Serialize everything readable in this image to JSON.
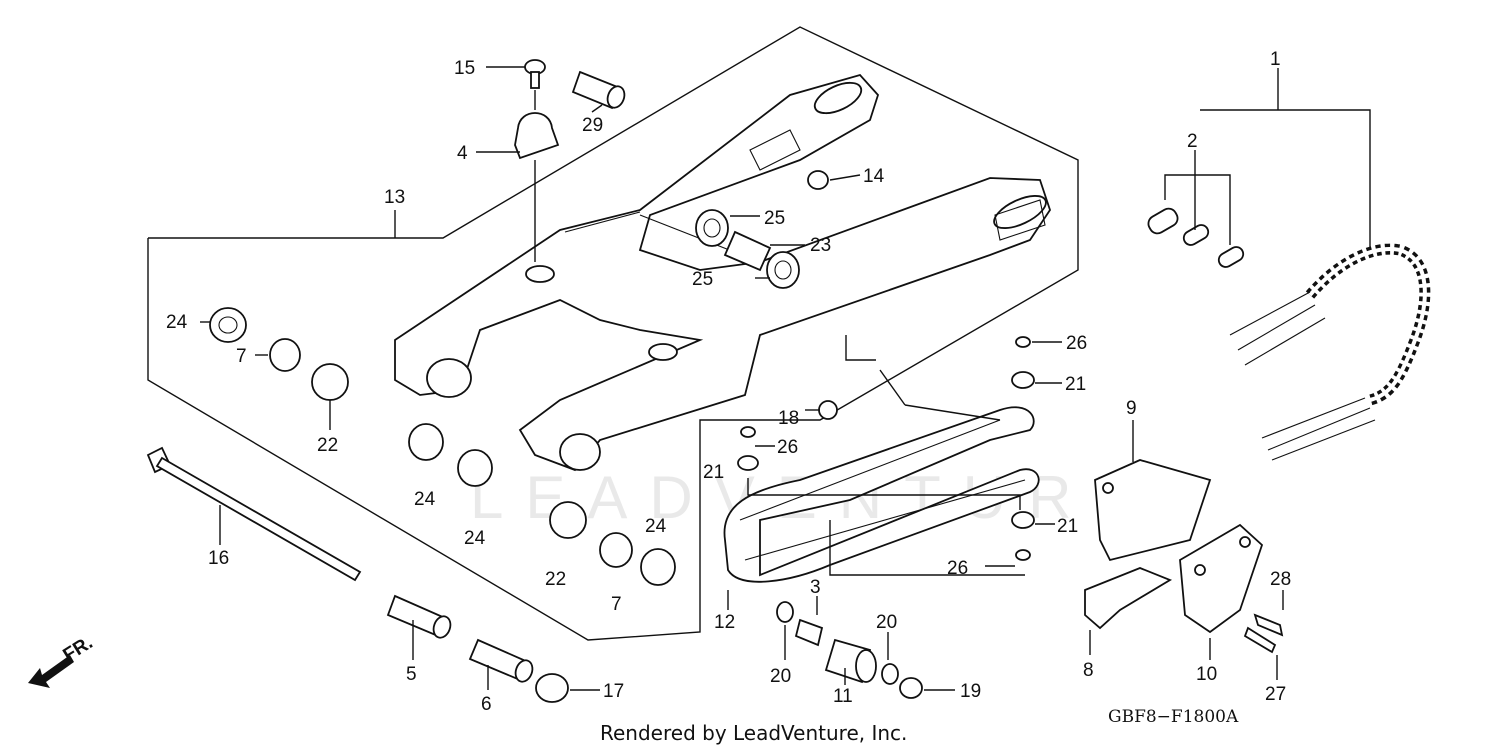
{
  "diagram": {
    "watermark": "LEADVENTURE",
    "footer": "Rendered by LeadVenture, Inc.",
    "diagram_code": "GBF8−F1800A",
    "direction_label": "FR.",
    "callouts": [
      {
        "id": "c1",
        "label": "1"
      },
      {
        "id": "c2",
        "label": "2"
      },
      {
        "id": "c3",
        "label": "3"
      },
      {
        "id": "c4",
        "label": "4"
      },
      {
        "id": "c5",
        "label": "5"
      },
      {
        "id": "c6",
        "label": "6"
      },
      {
        "id": "c7a",
        "label": "7"
      },
      {
        "id": "c7b",
        "label": "7"
      },
      {
        "id": "c8",
        "label": "8"
      },
      {
        "id": "c9",
        "label": "9"
      },
      {
        "id": "c10",
        "label": "10"
      },
      {
        "id": "c11",
        "label": "11"
      },
      {
        "id": "c12",
        "label": "12"
      },
      {
        "id": "c13",
        "label": "13"
      },
      {
        "id": "c14",
        "label": "14"
      },
      {
        "id": "c15",
        "label": "15"
      },
      {
        "id": "c16",
        "label": "16"
      },
      {
        "id": "c17",
        "label": "17"
      },
      {
        "id": "c18",
        "label": "18"
      },
      {
        "id": "c19",
        "label": "19"
      },
      {
        "id": "c20a",
        "label": "20"
      },
      {
        "id": "c20b",
        "label": "20"
      },
      {
        "id": "c21a",
        "label": "21"
      },
      {
        "id": "c21b",
        "label": "21"
      },
      {
        "id": "c21c",
        "label": "21"
      },
      {
        "id": "c22a",
        "label": "22"
      },
      {
        "id": "c22b",
        "label": "22"
      },
      {
        "id": "c23",
        "label": "23"
      },
      {
        "id": "c24a",
        "label": "24"
      },
      {
        "id": "c24b",
        "label": "24"
      },
      {
        "id": "c24c",
        "label": "24"
      },
      {
        "id": "c24d",
        "label": "24"
      },
      {
        "id": "c25a",
        "label": "25"
      },
      {
        "id": "c25b",
        "label": "25"
      },
      {
        "id": "c26a",
        "label": "26"
      },
      {
        "id": "c26b",
        "label": "26"
      },
      {
        "id": "c26c",
        "label": "26"
      },
      {
        "id": "c27",
        "label": "27"
      },
      {
        "id": "c28",
        "label": "28"
      },
      {
        "id": "c29",
        "label": "29"
      }
    ]
  }
}
